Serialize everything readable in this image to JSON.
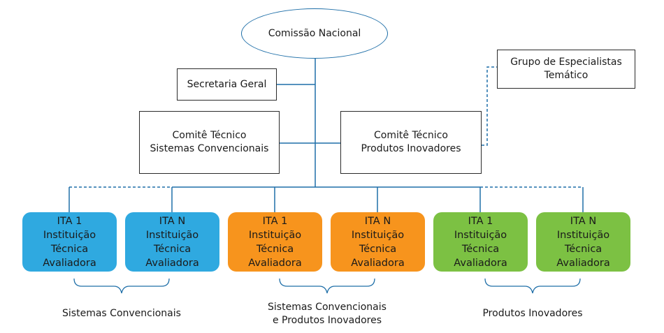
{
  "nodes": {
    "commission": "Comissão Nacional",
    "secretariat": "Secretaria Geral",
    "expert_group": [
      "Grupo de Especialistas",
      "Temático"
    ],
    "committee_conventional": [
      "Comitê Técnico",
      "Sistemas Convencionais"
    ],
    "committee_innovative": [
      "Comitê Técnico",
      "Produtos Inovadores"
    ]
  },
  "ita_boxes": [
    {
      "lines": [
        "ITA 1",
        "Instituição",
        "Técnica",
        "Avaliadora"
      ],
      "color": "#2fa9e0"
    },
    {
      "lines": [
        "ITA N",
        "Instituição",
        "Técnica",
        "Avaliadora"
      ],
      "color": "#2fa9e0"
    },
    {
      "lines": [
        "ITA 1",
        "Instituição",
        "Técnica",
        "Avaliadora"
      ],
      "color": "#f7941d"
    },
    {
      "lines": [
        "ITA N",
        "Instituição",
        "Técnica",
        "Avaliadora"
      ],
      "color": "#f7941d"
    },
    {
      "lines": [
        "ITA 1",
        "Instituição",
        "Técnica",
        "Avaliadora"
      ],
      "color": "#7cc143"
    },
    {
      "lines": [
        "ITA N",
        "Instituição",
        "Técnica",
        "Avaliadora"
      ],
      "color": "#7cc143"
    }
  ],
  "groups": [
    [
      "Sistemas Convencionais"
    ],
    [
      "Sistemas Convencionais",
      "e Produtos Inovadores"
    ],
    [
      "Produtos Inovadores"
    ]
  ],
  "colors": {
    "connector": "#1f6fa8",
    "blue": "#2fa9e0",
    "orange": "#f7941d",
    "green": "#7cc143"
  }
}
